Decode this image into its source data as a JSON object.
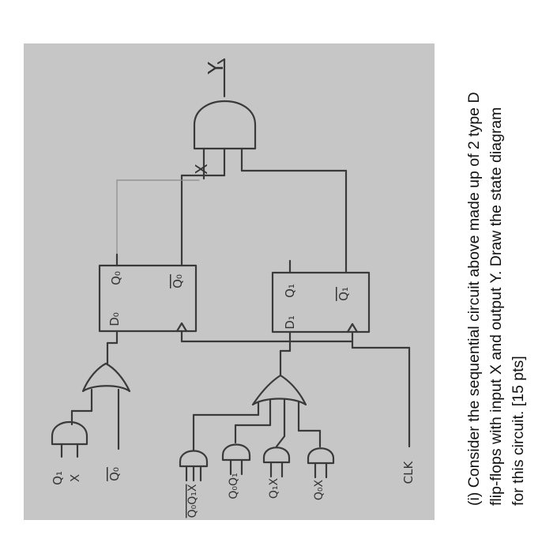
{
  "question": {
    "line1": "(i) Consider the sequential circuit above made up of 2 type D",
    "line2": "flip-flops with input X and output Y. Draw the state diagram",
    "line3": "for this circuit. [15 pts]"
  },
  "diagram": {
    "output_label": "Y",
    "gate_input_x": "X",
    "ff0": {
      "d": "D₀",
      "q": "Q₀",
      "qbar": "Q₀",
      "clk": ">"
    },
    "ff1": {
      "d": "D₁",
      "q": "Q₁",
      "qbar": "Q₁",
      "clk": ">"
    },
    "and_a_inputs": [
      "Q₁",
      "X"
    ],
    "or0_input": "Q₀",
    "and_bottom_inputs": [
      "Q₀Q₁X",
      "Q₀Q₁",
      "Q₁X",
      "Q₀X"
    ],
    "clock_label": "CLK"
  }
}
